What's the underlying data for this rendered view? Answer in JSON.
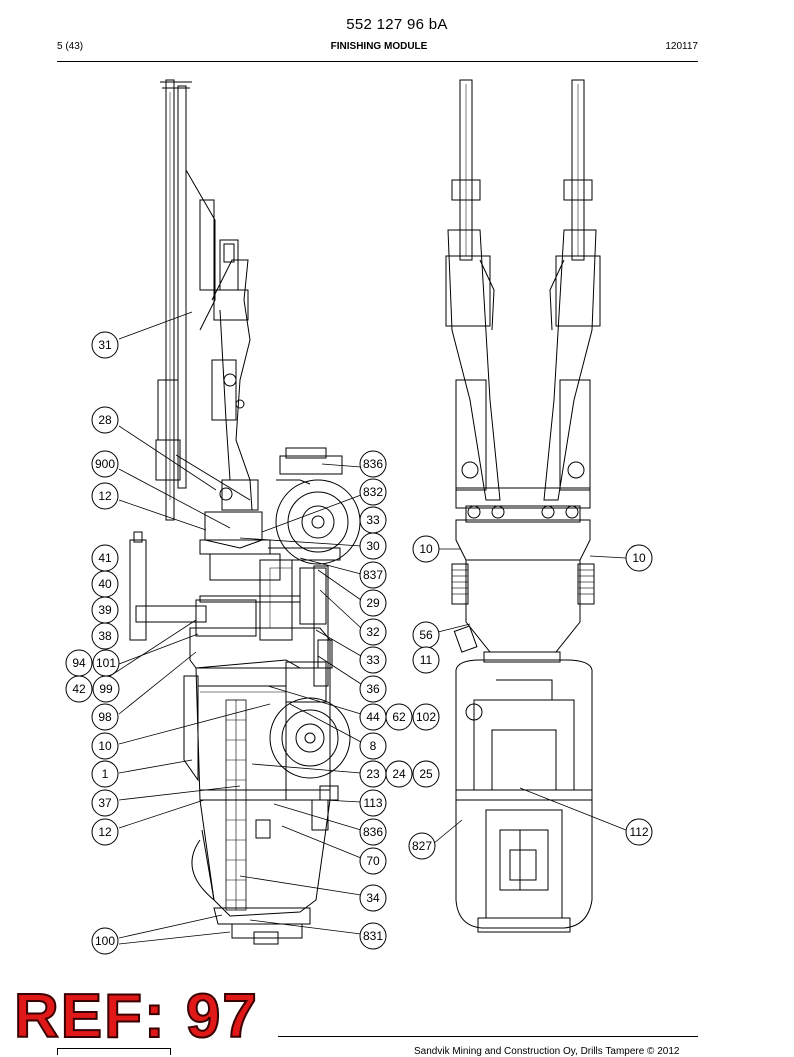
{
  "header": {
    "doc_number": "552 127 96 bA",
    "page": "5 (43)",
    "title": "FINISHING MODULE",
    "date": "120117"
  },
  "footer": {
    "copyright": "Sandvik Mining and Construction Oy, Drills Tampere © 2012"
  },
  "stamp": {
    "text": "REF: 97"
  },
  "callouts": [
    "31",
    "28",
    "900",
    "12",
    "41",
    "40",
    "39",
    "38",
    "94",
    "101",
    "42",
    "99",
    "98",
    "10",
    "1",
    "37",
    "12",
    "100",
    "836",
    "832",
    "33",
    "30",
    "837",
    "29",
    "32",
    "33",
    "36",
    "44",
    "62",
    "102",
    "8",
    "23",
    "24",
    "25",
    "113",
    "836",
    "70",
    "34",
    "831",
    "10",
    "10",
    "56",
    "11",
    "827",
    "112"
  ]
}
